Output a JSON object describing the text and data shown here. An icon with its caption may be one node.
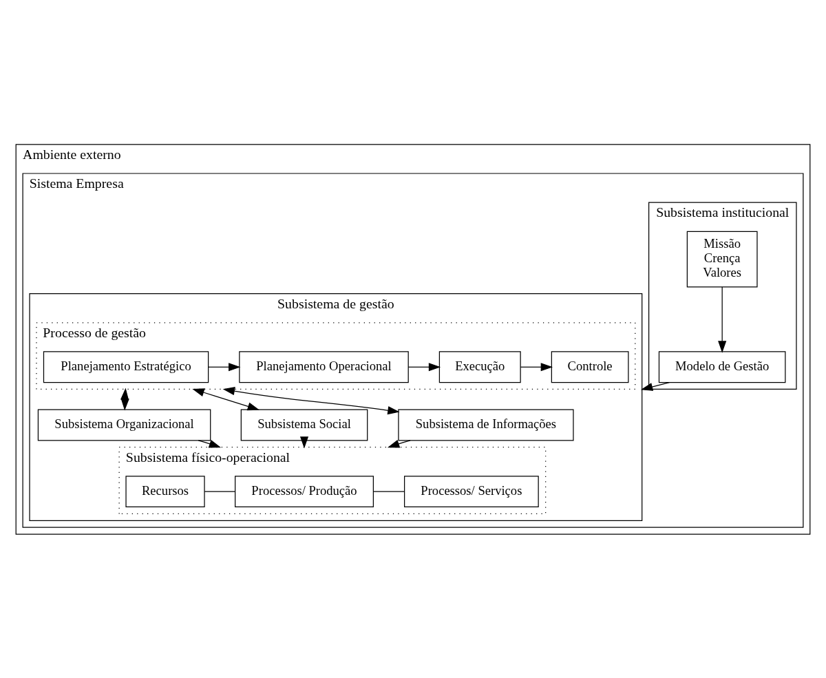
{
  "diagram": {
    "nodes": [
      {
        "text": [
          "Ambiente externo"
        ]
      },
      {
        "text": [
          "Sistema Empresa"
        ],
        "in": 0
      },
      {
        "text": [
          "Subsistema institucional"
        ],
        "in": 1
      },
      {
        "text": [
          "Missão",
          "Crença",
          "Valores"
        ],
        "in": 2
      },
      {
        "text": [
          "Modelo de Gestão"
        ],
        "in": 2
      },
      {
        "text": [
          "Subsistema de gestão"
        ],
        "in": 1
      },
      {
        "text": [
          "Processo de gestão"
        ],
        "in": 5
      },
      {
        "text": [
          "Planejamento Estratégico"
        ],
        "in": 6
      },
      {
        "text": [
          "Planejamento Operacional"
        ],
        "in": 6
      },
      {
        "text": [
          "Execução"
        ],
        "in": 6
      },
      {
        "text": [
          "Controle"
        ],
        "in": 6
      },
      {
        "text": [
          "Subsistema Organizacional"
        ],
        "in": 5
      },
      {
        "text": [
          "Subsistema de Informações"
        ],
        "in": 5
      },
      {
        "text": [
          "Subsistema Social"
        ],
        "in": 5
      },
      {
        "text": [
          "Subsistema físico-operacional"
        ],
        "in": 5
      },
      {
        "text": [
          "Recursos"
        ],
        "in": 14
      },
      {
        "text": [
          "Processos/ Produção"
        ],
        "in": 14
      },
      {
        "text": [
          "Processos/ Serviços"
        ],
        "in": 14
      }
    ],
    "edges": [
      {
        "from": 3,
        "to": 4,
        "arrow": "to"
      },
      {
        "from": 4,
        "to": 5,
        "arrow": "to"
      },
      {
        "from": 7,
        "to": 8,
        "arrow": "to"
      },
      {
        "from": 8,
        "to": 9,
        "arrow": "to"
      },
      {
        "from": 9,
        "to": 10,
        "arrow": "to"
      },
      {
        "from": 6,
        "to": 11,
        "arrow": "both"
      },
      {
        "from": 6,
        "to": 12,
        "arrow": "both"
      },
      {
        "from": 6,
        "to": 13,
        "arrow": "both"
      },
      {
        "from": 11,
        "to": 14,
        "arrow": "to"
      },
      {
        "from": 12,
        "to": 14,
        "arrow": "to"
      },
      {
        "from": 13,
        "to": 14,
        "arrow": "to"
      },
      {
        "from": 15,
        "to": 16,
        "arrow": "none"
      },
      {
        "from": 16,
        "to": 17,
        "arrow": "none"
      }
    ]
  }
}
